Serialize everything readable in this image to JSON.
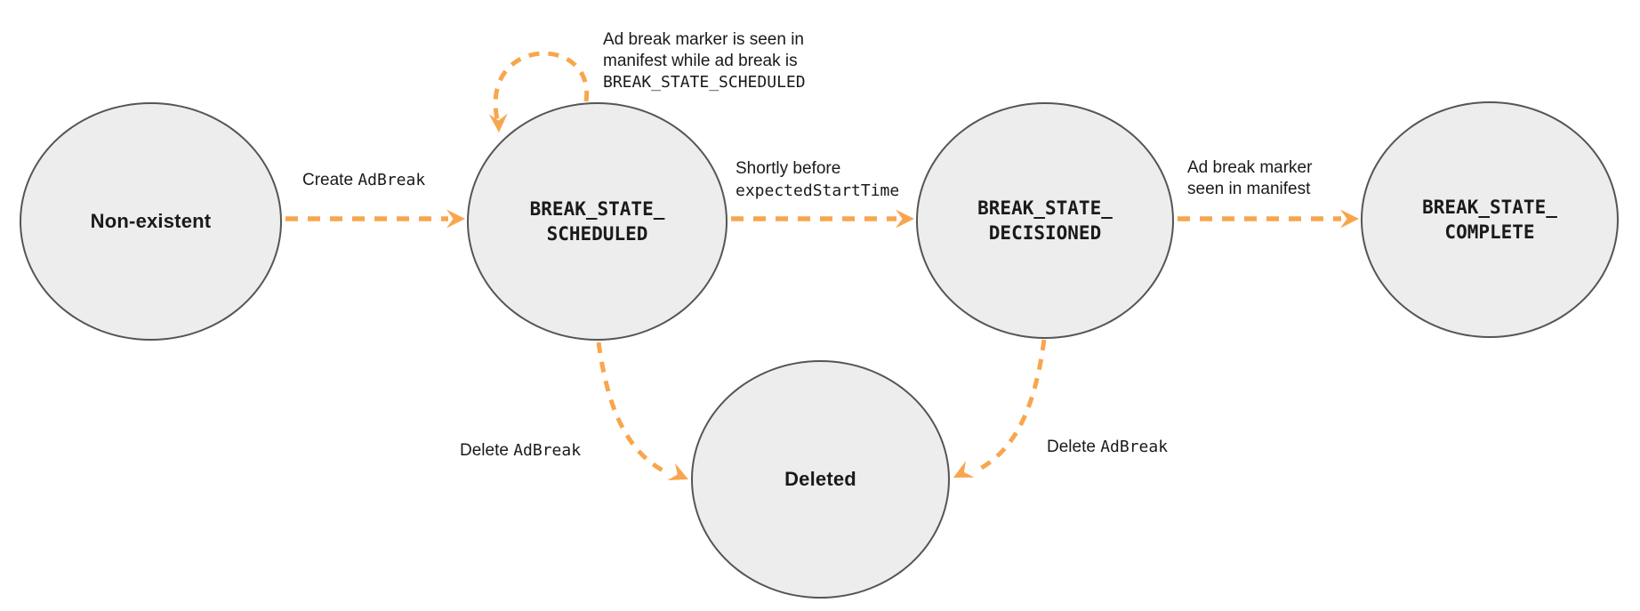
{
  "colors": {
    "arrow": "#F8A64E",
    "node_fill": "#EDEDED",
    "node_border": "#555555",
    "text": "#1A1A1A"
  },
  "states": [
    {
      "label": "Non-existent"
    },
    {
      "line1": "BREAK_STATE_",
      "line2": "SCHEDULED"
    },
    {
      "line1": "BREAK_STATE_",
      "line2": "DECISIONED"
    },
    {
      "line1": "BREAK_STATE_",
      "line2": "COMPLETE"
    },
    {
      "label": "Deleted"
    }
  ],
  "transitions": [
    {
      "from": "Non-existent",
      "to": "BREAK_STATE_SCHEDULED",
      "plain": "Create",
      "code": "AdBreak"
    },
    {
      "from": "BREAK_STATE_SCHEDULED",
      "to": "BREAK_STATE_SCHEDULED",
      "line1": "Ad break marker is seen in",
      "line2": "manifest while ad break is",
      "code": "BREAK_STATE_SCHEDULED"
    },
    {
      "from": "BREAK_STATE_SCHEDULED",
      "to": "BREAK_STATE_DECISIONED",
      "plain": "Shortly before",
      "code": "expectedStartTime"
    },
    {
      "from": "BREAK_STATE_DECISIONED",
      "to": "BREAK_STATE_COMPLETE",
      "line1": "Ad break marker",
      "line2": "seen in manifest"
    },
    {
      "from": "BREAK_STATE_SCHEDULED",
      "to": "Deleted",
      "plain": "Delete",
      "code": "AdBreak"
    },
    {
      "from": "BREAK_STATE_DECISIONED",
      "to": "Deleted",
      "plain": "Delete",
      "code": "AdBreak"
    }
  ]
}
